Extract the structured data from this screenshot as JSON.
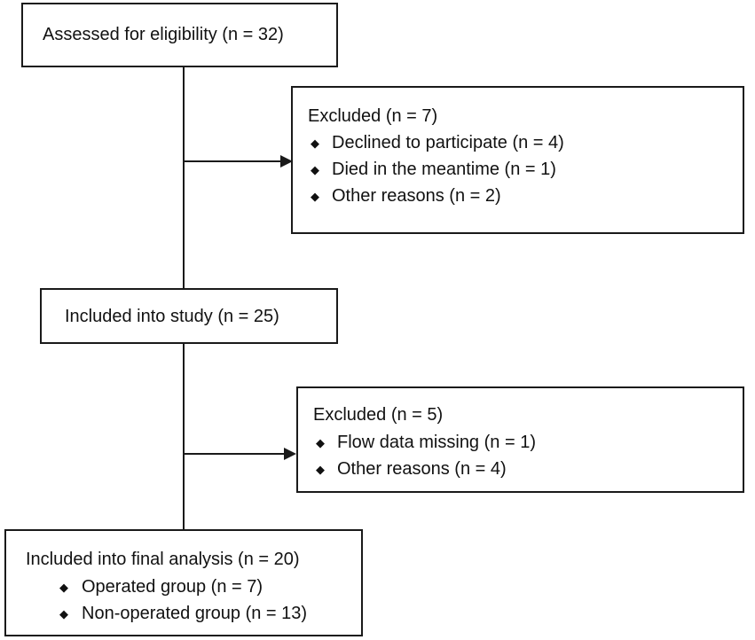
{
  "assessed": {
    "label": "Assessed for eligibility (n = 32)"
  },
  "excluded1": {
    "title": "Excluded  (n = 7)",
    "items": [
      "Declined to participate (n = 4)",
      "Died in the meantime (n = 1)",
      "Other reasons (n = 2)"
    ]
  },
  "included": {
    "label": "Included into study (n = 25)"
  },
  "excluded2": {
    "title": "Excluded (n = 5)",
    "items": [
      "Flow data missing (n = 1)",
      "Other reasons (n = 4)"
    ]
  },
  "final": {
    "title": "Included into final analysis (n = 20)",
    "items": [
      "Operated group (n = 7)",
      "Non-operated group (n = 13)"
    ]
  }
}
